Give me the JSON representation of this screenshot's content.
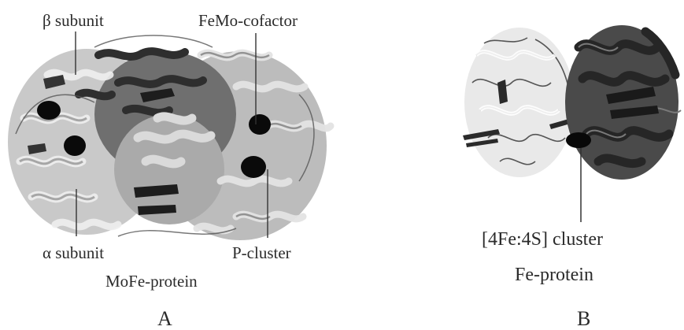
{
  "panel_a": {
    "letter": "A",
    "labels": {
      "beta_subunit": "β subunit",
      "femo_cofactor": "FeMo-cofactor",
      "alpha_subunit": "α subunit",
      "p_cluster": "P-cluster",
      "protein_name": "MoFe-protein"
    }
  },
  "panel_b": {
    "letter": "B",
    "labels": {
      "cluster": "[4Fe:4S] cluster",
      "protein_name": "Fe-protein"
    }
  },
  "colors": {
    "light_subunit": "#d2d2d2",
    "mid_subunit": "#8c8c8c",
    "dark_subunit": "#3a3a3a",
    "cofactor": "#0a0a0a",
    "text": "#2b2b2b"
  }
}
